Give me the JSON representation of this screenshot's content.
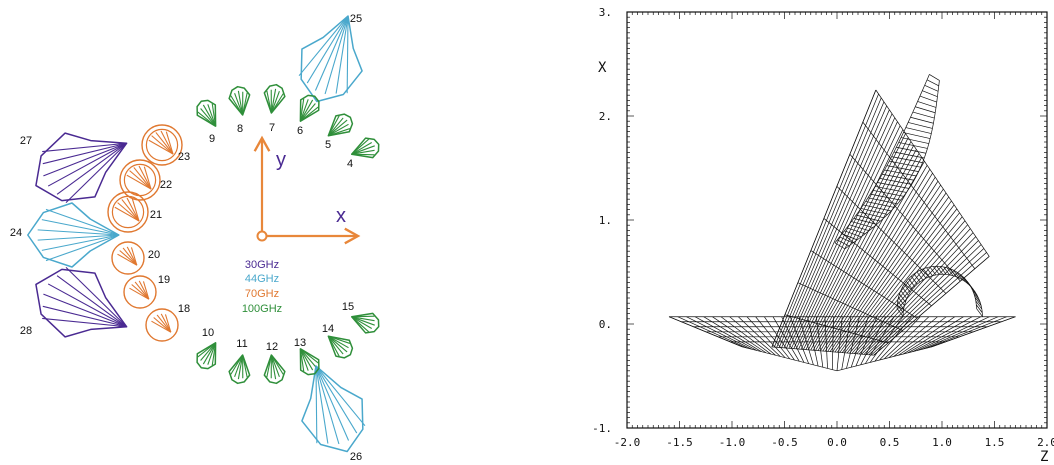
{
  "focal_plane": {
    "axis_labels": {
      "x": "x",
      "y": "y"
    },
    "legend": [
      {
        "label": "30GHz",
        "color": "#4a2a92"
      },
      {
        "label": "44GHz",
        "color": "#4aa8cc"
      },
      {
        "label": "70GHz",
        "color": "#e07830"
      },
      {
        "label": "100GHz",
        "color": "#2f8f3a"
      }
    ],
    "colors": {
      "lfi30": "#4a2a92",
      "lfi44": "#4aa8cc",
      "lfi70": "#e07830",
      "hfi100": "#2f8f3a",
      "axes": "#e8873a"
    },
    "horns": [
      {
        "id": "25",
        "band": "lfi44"
      },
      {
        "id": "26",
        "band": "lfi44"
      },
      {
        "id": "24",
        "band": "lfi44"
      },
      {
        "id": "27",
        "band": "lfi30"
      },
      {
        "id": "28",
        "band": "lfi30"
      },
      {
        "id": "23",
        "band": "lfi70"
      },
      {
        "id": "22",
        "band": "lfi70"
      },
      {
        "id": "21",
        "band": "lfi70"
      },
      {
        "id": "20",
        "band": "lfi70"
      },
      {
        "id": "19",
        "band": "lfi70"
      },
      {
        "id": "18",
        "band": "lfi70"
      },
      {
        "id": "9",
        "band": "hfi100"
      },
      {
        "id": "8",
        "band": "hfi100"
      },
      {
        "id": "7",
        "band": "hfi100"
      },
      {
        "id": "6",
        "band": "hfi100"
      },
      {
        "id": "5",
        "band": "hfi100"
      },
      {
        "id": "4",
        "band": "hfi100"
      },
      {
        "id": "10",
        "band": "hfi100"
      },
      {
        "id": "11",
        "band": "hfi100"
      },
      {
        "id": "12",
        "band": "hfi100"
      },
      {
        "id": "13",
        "band": "hfi100"
      },
      {
        "id": "14",
        "band": "hfi100"
      },
      {
        "id": "15",
        "band": "hfi100"
      }
    ]
  },
  "plot": {
    "y_axis_label": "X",
    "x_axis_label": "Z",
    "x_ticks": [
      "-2.0",
      "-1.5",
      "-1.0",
      "-0.5",
      "0.0",
      "0.5",
      "1.0",
      "1.5",
      "2.0"
    ],
    "y_ticks": [
      "-1.",
      "0.",
      "1.",
      "2.",
      "3."
    ],
    "xlim": [
      -2.0,
      2.0
    ],
    "ylim": [
      -1.0,
      3.0
    ]
  }
}
